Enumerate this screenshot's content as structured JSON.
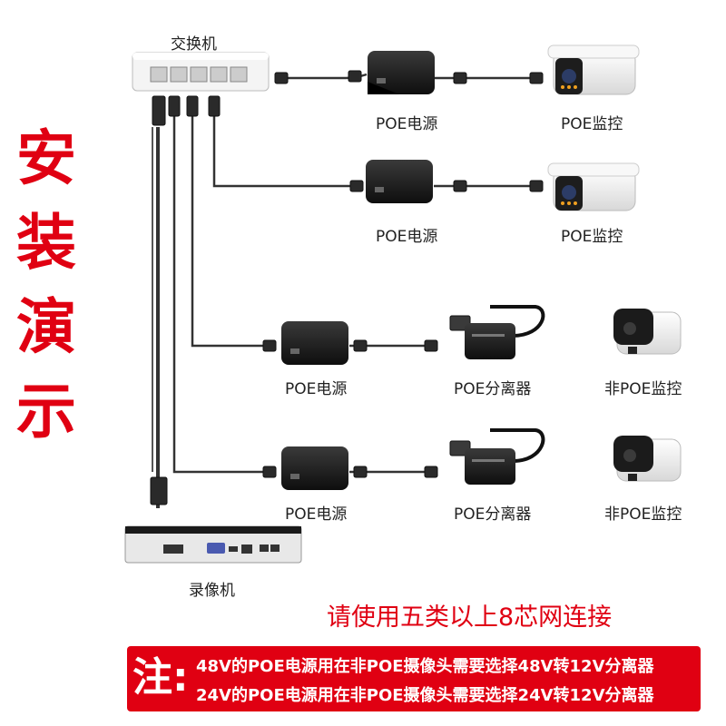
{
  "side_title": [
    "安",
    "装",
    "演",
    "示"
  ],
  "devices": {
    "switch_label": "交换机",
    "nvr_label": "录像机",
    "poe_power_label": "POE电源",
    "poe_camera_label": "POE监控",
    "splitter_label": "POE分离器",
    "non_poe_camera_label": "非POE监控"
  },
  "hint": "请使用五类以上8芯网连接",
  "note": {
    "head": "注:",
    "line1": "48V的POE电源用在非POE摄像头需要选择48V转12V分离器",
    "line2": "24V的POE电源用在非POE摄像头需要选择24V转12V分离器"
  },
  "colors": {
    "accent": "#e00012",
    "cable": "#333333",
    "device_dark": "#1b1b1b",
    "camera_white": "#f2f2f2"
  }
}
